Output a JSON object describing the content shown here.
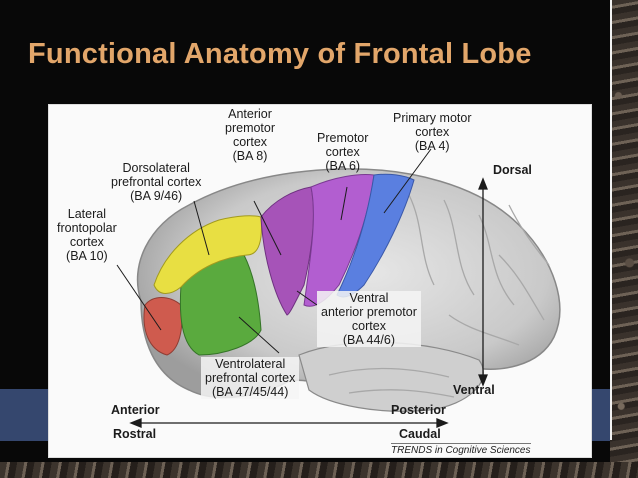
{
  "slide": {
    "title": "Functional Anatomy of Frontal Lobe"
  },
  "figure": {
    "labels": {
      "anterior_premotor": [
        "Anterior",
        "premotor",
        "cortex",
        "(BA 8)"
      ],
      "premotor": [
        "Premotor",
        "cortex",
        "(BA 6)"
      ],
      "primary_motor": [
        "Primary motor",
        "cortex",
        "(BA 4)"
      ],
      "dorsolateral": [
        "Dorsolateral",
        "prefrontal cortex",
        "(BA 9/46)"
      ],
      "frontopolar": [
        "Lateral",
        "frontopolar",
        "cortex",
        "(BA 10)"
      ],
      "ventral_premotor": [
        "Ventral",
        "anterior premotor",
        "cortex",
        "(BA 44/6)"
      ],
      "ventrolateral": [
        "Ventrolateral",
        "prefrontal cortex",
        "(BA 47/45/44)"
      ]
    },
    "axes": {
      "dorsal": "Dorsal",
      "ventral": "Ventral",
      "anterior": "Anterior",
      "posterior": "Posterior",
      "rostral": "Rostral",
      "caudal": "Caudal"
    },
    "credit": "TRENDS in Cognitive Sciences",
    "colors": {
      "frontopolar": "#cf5b4e",
      "ventrolateral": "#5aaa3e",
      "dorsolateral": "#e8df42",
      "anterior_premotor": "#a653b8",
      "premotor": "#b25ed0",
      "primary_motor": "#5a7fe0",
      "title": "#e2a66a",
      "band": "#35476e"
    }
  }
}
